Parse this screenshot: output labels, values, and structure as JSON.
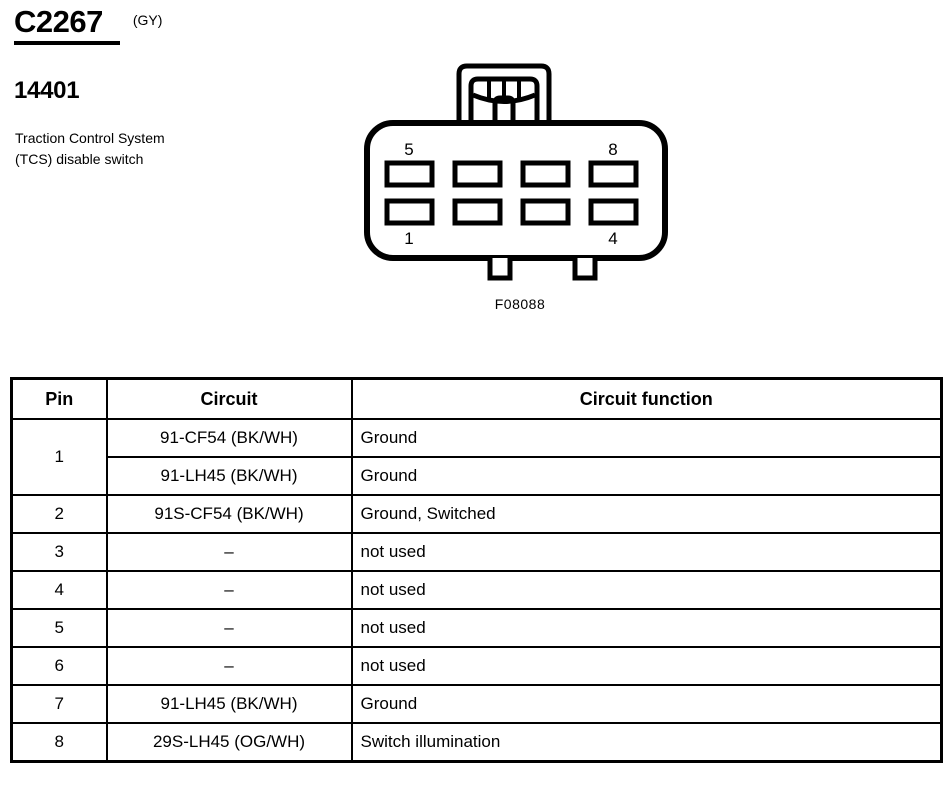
{
  "header": {
    "connector_id": "C2267",
    "connector_color_code": "(GY)",
    "part_number": "14401",
    "description": "Traction Control System (TCS) disable switch"
  },
  "connector_figure": {
    "caption": "F08088",
    "cavity_count": 8,
    "pin_labels": {
      "top_left": "5",
      "top_right": "8",
      "bottom_left": "1",
      "bottom_right": "4"
    }
  },
  "table": {
    "columns": [
      "Pin",
      "Circuit",
      "Circuit function"
    ],
    "rows": [
      {
        "pin": "1",
        "rowspan": 2,
        "circuit": "91-CF54 (BK/WH)",
        "function": "Ground"
      },
      {
        "pin": "",
        "continuation": true,
        "circuit": "91-LH45 (BK/WH)",
        "function": "Ground"
      },
      {
        "pin": "2",
        "circuit": "91S-CF54 (BK/WH)",
        "function": "Ground, Switched"
      },
      {
        "pin": "3",
        "circuit": "–",
        "function": "not used"
      },
      {
        "pin": "4",
        "circuit": "–",
        "function": "not used"
      },
      {
        "pin": "5",
        "circuit": "–",
        "function": "not used"
      },
      {
        "pin": "6",
        "circuit": "–",
        "function": "not used"
      },
      {
        "pin": "7",
        "circuit": "91-LH45 (BK/WH)",
        "function": "Ground"
      },
      {
        "pin": "8",
        "circuit": "29S-LH45 (OG/WH)",
        "function": "Switch illumination"
      }
    ]
  },
  "colors": {
    "ink": "#000000",
    "page": "#ffffff"
  }
}
